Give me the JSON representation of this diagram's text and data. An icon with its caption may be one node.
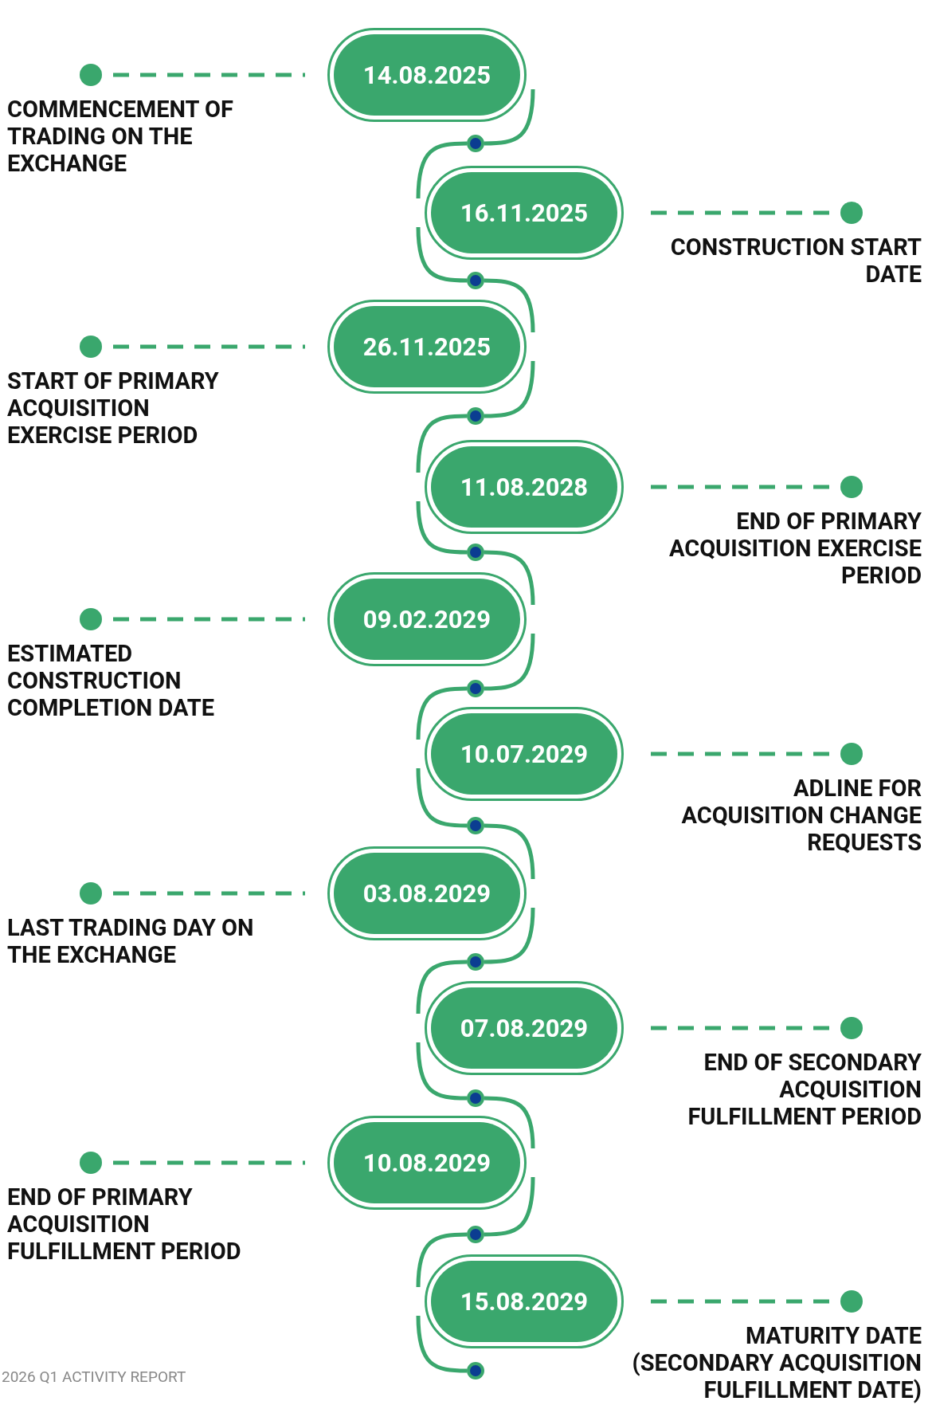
{
  "diagram": {
    "nodes": [
      {
        "text": [
          "14.08.2025"
        ]
      },
      {
        "text": [],
        "shape": "circle",
        "beside": [
          "COMMENCEMENT OF TRADING ON THE EXCHANGE"
        ]
      },
      {
        "text": [],
        "shape": "circle"
      },
      {
        "text": [
          "16.11.2025"
        ]
      },
      {
        "text": [],
        "shape": "circle",
        "beside": [
          "CONSTRUCTION START DATE"
        ]
      },
      {
        "text": [],
        "shape": "circle"
      },
      {
        "text": [
          "26.11.2025"
        ]
      },
      {
        "text": [],
        "shape": "circle",
        "beside": [
          "START OF PRIMARY ACQUISITION EXERCISE PERIOD"
        ]
      },
      {
        "text": [],
        "shape": "circle"
      },
      {
        "text": [
          "11.08.2028"
        ]
      },
      {
        "text": [],
        "shape": "circle",
        "beside": [
          "END OF PRIMARY ACQUISITION EXERCISE PERIOD"
        ]
      },
      {
        "text": [],
        "shape": "circle"
      },
      {
        "text": [
          "09.02.2029"
        ]
      },
      {
        "text": [],
        "shape": "circle",
        "beside": [
          "ESTIMATED CONSTRUCTION COMPLETION DATE"
        ]
      },
      {
        "text": [],
        "shape": "circle"
      },
      {
        "text": [
          "10.07.2029"
        ]
      },
      {
        "text": [],
        "shape": "circle",
        "beside": [
          "ADLINE FOR ACQUISITION CHANGE REQUESTS"
        ]
      },
      {
        "text": [],
        "shape": "circle"
      },
      {
        "text": [
          "03.08.2029"
        ]
      },
      {
        "text": [],
        "shape": "circle",
        "beside": [
          "LAST TRADING DAY ON THE EXCHANGE"
        ]
      },
      {
        "text": [],
        "shape": "circle"
      },
      {
        "text": [
          "07.08.2029"
        ]
      },
      {
        "text": [],
        "shape": "circle",
        "beside": [
          "END OF SECONDARY ACQUISITION FULFILLMENT PERIOD"
        ]
      },
      {
        "text": [],
        "shape": "circle"
      },
      {
        "text": [
          "10.08.2029"
        ]
      },
      {
        "text": [],
        "shape": "circle",
        "beside": [
          "END OF PRIMARY ACQUISITION FULFILLMENT PERIOD"
        ]
      },
      {
        "text": [],
        "shape": "circle"
      },
      {
        "text": [
          "15.08.2029"
        ]
      },
      {
        "text": [],
        "shape": "circle",
        "beside": [
          "MATURITY DATE (SECONDARY ACQUISITION FULFILLMENT DATE)"
        ]
      },
      {
        "text": [],
        "shape": "circle"
      }
    ],
    "edges": [
      {
        "from": 1,
        "to": 0,
        "arrow": "none",
        "style": "dashed"
      },
      {
        "from": 0,
        "to": 2,
        "arrow": "none"
      },
      {
        "from": 2,
        "to": 3,
        "arrow": "none"
      },
      {
        "from": 4,
        "to": 3,
        "arrow": "none",
        "style": "dashed"
      },
      {
        "from": 3,
        "to": 5,
        "arrow": "none"
      },
      {
        "from": 5,
        "to": 6,
        "arrow": "none"
      },
      {
        "from": 7,
        "to": 6,
        "arrow": "none",
        "style": "dashed"
      },
      {
        "from": 6,
        "to": 8,
        "arrow": "none"
      },
      {
        "from": 8,
        "to": 9,
        "arrow": "none"
      },
      {
        "from": 10,
        "to": 9,
        "arrow": "none",
        "style": "dashed"
      },
      {
        "from": 9,
        "to": 11,
        "arrow": "none"
      },
      {
        "from": 11,
        "to": 12,
        "arrow": "none"
      },
      {
        "from": 13,
        "to": 12,
        "arrow": "none",
        "style": "dashed"
      },
      {
        "from": 12,
        "to": 14,
        "arrow": "none"
      },
      {
        "from": 14,
        "to": 15,
        "arrow": "none"
      },
      {
        "from": 16,
        "to": 15,
        "arrow": "none",
        "style": "dashed"
      },
      {
        "from": 15,
        "to": 17,
        "arrow": "none"
      },
      {
        "from": 17,
        "to": 18,
        "arrow": "none"
      },
      {
        "from": 19,
        "to": 18,
        "arrow": "none",
        "style": "dashed"
      },
      {
        "from": 18,
        "to": 20,
        "arrow": "none"
      },
      {
        "from": 20,
        "to": 21,
        "arrow": "none"
      },
      {
        "from": 22,
        "to": 21,
        "arrow": "none",
        "style": "dashed"
      },
      {
        "from": 21,
        "to": 23,
        "arrow": "none"
      },
      {
        "from": 23,
        "to": 24,
        "arrow": "none"
      },
      {
        "from": 25,
        "to": 24,
        "arrow": "none",
        "style": "dashed"
      },
      {
        "from": 24,
        "to": 26,
        "arrow": "none"
      },
      {
        "from": 26,
        "to": 27,
        "arrow": "none"
      },
      {
        "from": 28,
        "to": 27,
        "arrow": "none",
        "style": "dashed"
      },
      {
        "from": 27,
        "to": 29,
        "arrow": "none"
      }
    ],
    "labels": [
      "2026 Q1 ACTIVITY REPORT"
    ]
  }
}
